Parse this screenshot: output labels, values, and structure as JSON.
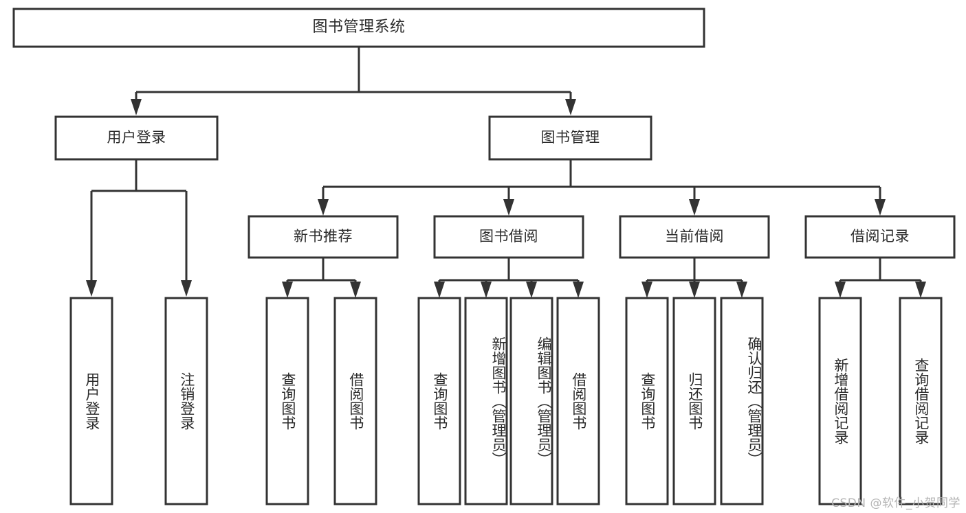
{
  "diagram": {
    "title": "图书管理系统",
    "type": "tree",
    "orientation": "top-down",
    "colors": {
      "node_fill": "#ffffff",
      "node_stroke": "#333333",
      "text": "#2b2b2b",
      "background": "#ffffff",
      "watermark": "#b4b4b4"
    },
    "root": {
      "label": "图书管理系统"
    },
    "level2": [
      {
        "label": "用户登录"
      },
      {
        "label": "图书管理"
      }
    ],
    "level3": [
      {
        "label": "新书推荐"
      },
      {
        "label": "图书借阅"
      },
      {
        "label": "当前借阅"
      },
      {
        "label": "借阅记录"
      }
    ],
    "leaves": {
      "user_login": [
        {
          "label": "用户登录"
        },
        {
          "label": "注销登录"
        }
      ],
      "new_book_recommend": [
        {
          "label": "查询图书"
        },
        {
          "label": "借阅图书"
        }
      ],
      "book_borrow": [
        {
          "label": "查询图书"
        },
        {
          "label": "新增图书（管理员）"
        },
        {
          "label": "编辑图书（管理员）"
        },
        {
          "label": "借阅图书"
        }
      ],
      "current_borrow": [
        {
          "label": "查询图书"
        },
        {
          "label": "归还图书"
        },
        {
          "label": "确认归还（管理员）"
        }
      ],
      "borrow_record": [
        {
          "label": "新增借阅记录"
        },
        {
          "label": "查询借阅记录"
        }
      ]
    }
  },
  "watermark": {
    "text": "CSDN @软件_小贺同学"
  }
}
